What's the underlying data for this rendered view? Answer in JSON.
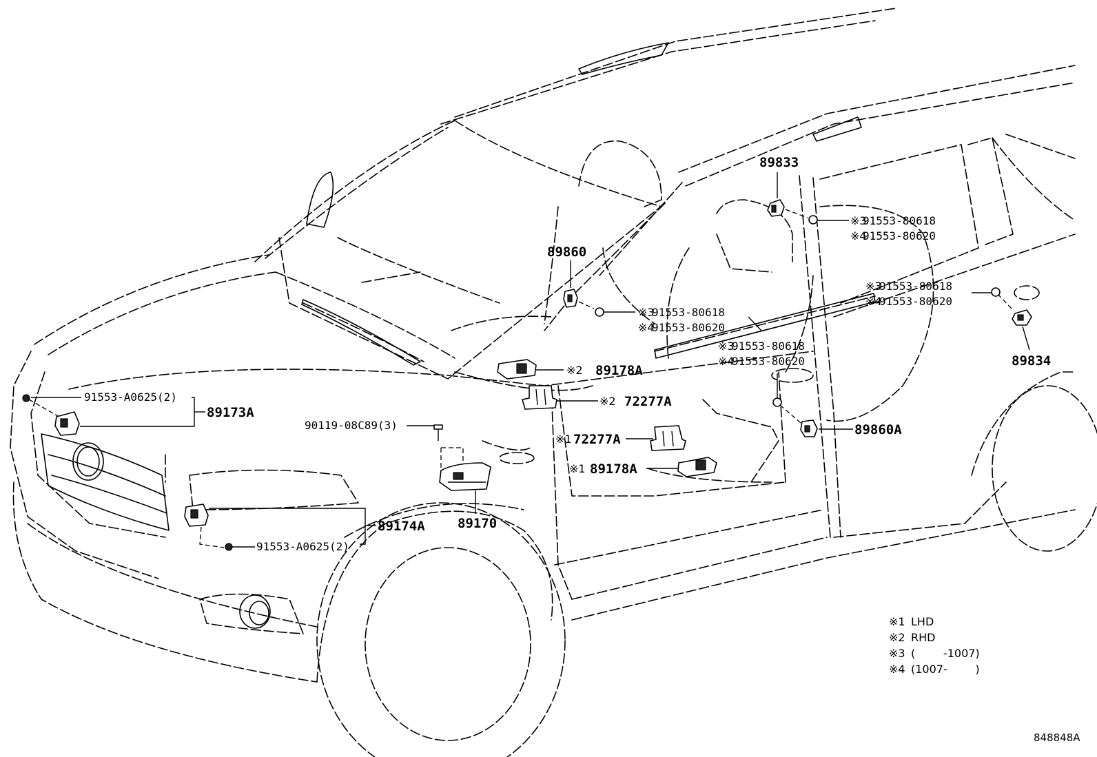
{
  "parts": {
    "p89833": "89833",
    "p89860": "89860",
    "p89834": "89834",
    "p89860A": "89860A",
    "p89173A": "89173A",
    "p89174A": "89174A",
    "p89170": "89170",
    "p89178A_rhd": "89178A",
    "p89178A_lhd": "89178A",
    "p72277A_rhd": "72277A",
    "p72277A_lhd": "72277A"
  },
  "bolts": {
    "b91553_80618_a": "91553-80618",
    "b91553_80620_a": "91553-80620",
    "b91553_80618_b": "91553-80618",
    "b91553_80620_b": "91553-80620",
    "b91553_80618_c": "91553-80618",
    "b91553_80620_c": "91553-80620",
    "b91553_80618_d": "91553-80618",
    "b91553_80620_d": "91553-80620",
    "b91553_A0625_a": "91553-A0625(2)",
    "b91553_A0625_b": "91553-A0625(2)",
    "b90119_08C89": "90119-08C89(3)"
  },
  "marks": {
    "m1": "※1",
    "m2": "※2",
    "m3": "※3",
    "m4": "※4"
  },
  "notes": [
    {
      "mark": "※1",
      "text": "LHD"
    },
    {
      "mark": "※2",
      "text": "RHD"
    },
    {
      "mark": "※3",
      "text": "(        -1007)"
    },
    {
      "mark": "※4",
      "text": "(1007-        )"
    }
  ],
  "ref_code": "848848A"
}
